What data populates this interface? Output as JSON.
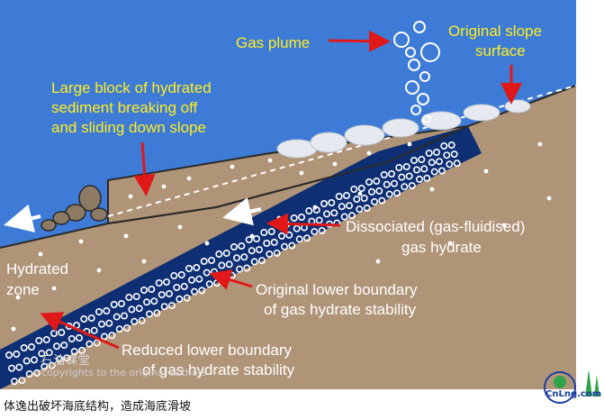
{
  "diagram": {
    "labels": {
      "gas_plume": "Gas plume",
      "original_slope_1": "Original slope",
      "original_slope_2": "surface",
      "large_block_1": "Large block of hydrated",
      "large_block_2": "sediment breaking off",
      "large_block_3": "and sliding down slope",
      "dissociated_1": "Dissociated (gas-fluidised)",
      "dissociated_2": "gas hydrate",
      "hydrated_1": "Hydrated",
      "hydrated_2": "zone",
      "original_lower_1": "Original lower boundary",
      "original_lower_2": "of gas hydrate stability",
      "reduced_lower_1": "Reduced lower boundary",
      "reduced_lower_2": "of gas hydrate stability"
    },
    "watermark": {
      "cn": "石油课堂",
      "en": "copyrights to the original authors"
    },
    "logo_text": "CnLng.com",
    "colors": {
      "sea": "#3d7bd6",
      "sediment": "#b09478",
      "hydrate_band": "#0e2f73",
      "yellow_label": "#ffee22",
      "arrow_red": "#e01818"
    }
  },
  "caption": "体逸出破坏海底结构，造成海底滑坡"
}
